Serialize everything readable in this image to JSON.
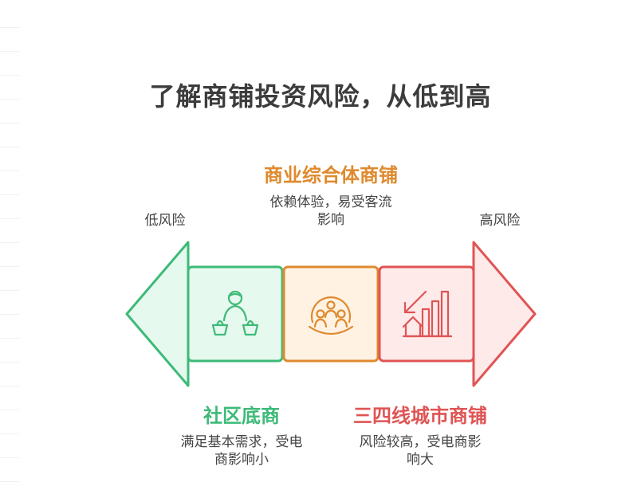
{
  "title": "了解商铺投资风险，从低到高",
  "left_label": "低风险",
  "right_label": "高风险",
  "segments": [
    {
      "name": "社区底商",
      "desc_line1": "满足基本需求，受电",
      "desc_line2": "商影响小",
      "color": "#3dba78",
      "fill": "#e6f9ee",
      "icon": "shoppers-with-bags-icon"
    },
    {
      "name": "商业综合体商铺",
      "desc_line1": "依赖体验，易受客流",
      "desc_line2": "影响",
      "color": "#df8a2e",
      "fill": "#fff2e3",
      "icon": "crowd-group-icon"
    },
    {
      "name": "三四线城市商铺",
      "desc_line1": "风险较高，受电商影",
      "desc_line2": "响大",
      "color": "#e05454",
      "fill": "#ffeaea",
      "icon": "declining-chart-house-icon"
    }
  ],
  "arrow_left_color": "#3dba78",
  "arrow_left_fill": "#e6f9ee",
  "arrow_right_color": "#e05454",
  "arrow_right_fill": "#ffeaea"
}
